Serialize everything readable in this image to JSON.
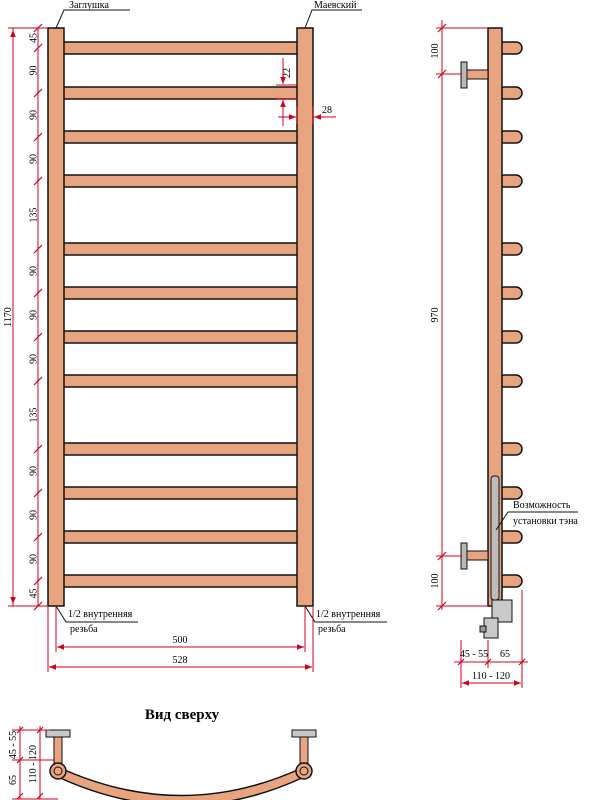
{
  "labels": {
    "plug": "Заглушка",
    "mayevsky": "Маевский",
    "thread_left_1": "1/2 внутренняя",
    "thread_left_2": "резьба",
    "thread_right_1": "1/2 внутренняя",
    "thread_right_2": "резьба",
    "heater_1": "Возможность",
    "heater_2": "установки тэна",
    "top_view": "Вид сверху"
  },
  "front_view": {
    "left_dims": [
      "45",
      "90",
      "90",
      "90",
      "135",
      "90",
      "90",
      "90",
      "135",
      "90",
      "90",
      "90",
      "45"
    ],
    "total_height": "1170",
    "rung_thickness": "22",
    "post_width": "28",
    "width_inner": "500",
    "width_outer": "528"
  },
  "side_view": {
    "top_offset": "100",
    "center_distance": "970",
    "bottom_offset": "100",
    "wall_gap": "45 - 55",
    "depth": "65",
    "total_depth": "110 - 120"
  },
  "top_view_dims": {
    "wall_gap": "45 - 55",
    "total_depth": "110 - 120",
    "depth": "65"
  },
  "colors": {
    "copper": "#e8a47e",
    "outline": "#111111",
    "dimension": "#d0021b",
    "bracket": "#b8b8b8",
    "valve": "#c9c9c9"
  }
}
